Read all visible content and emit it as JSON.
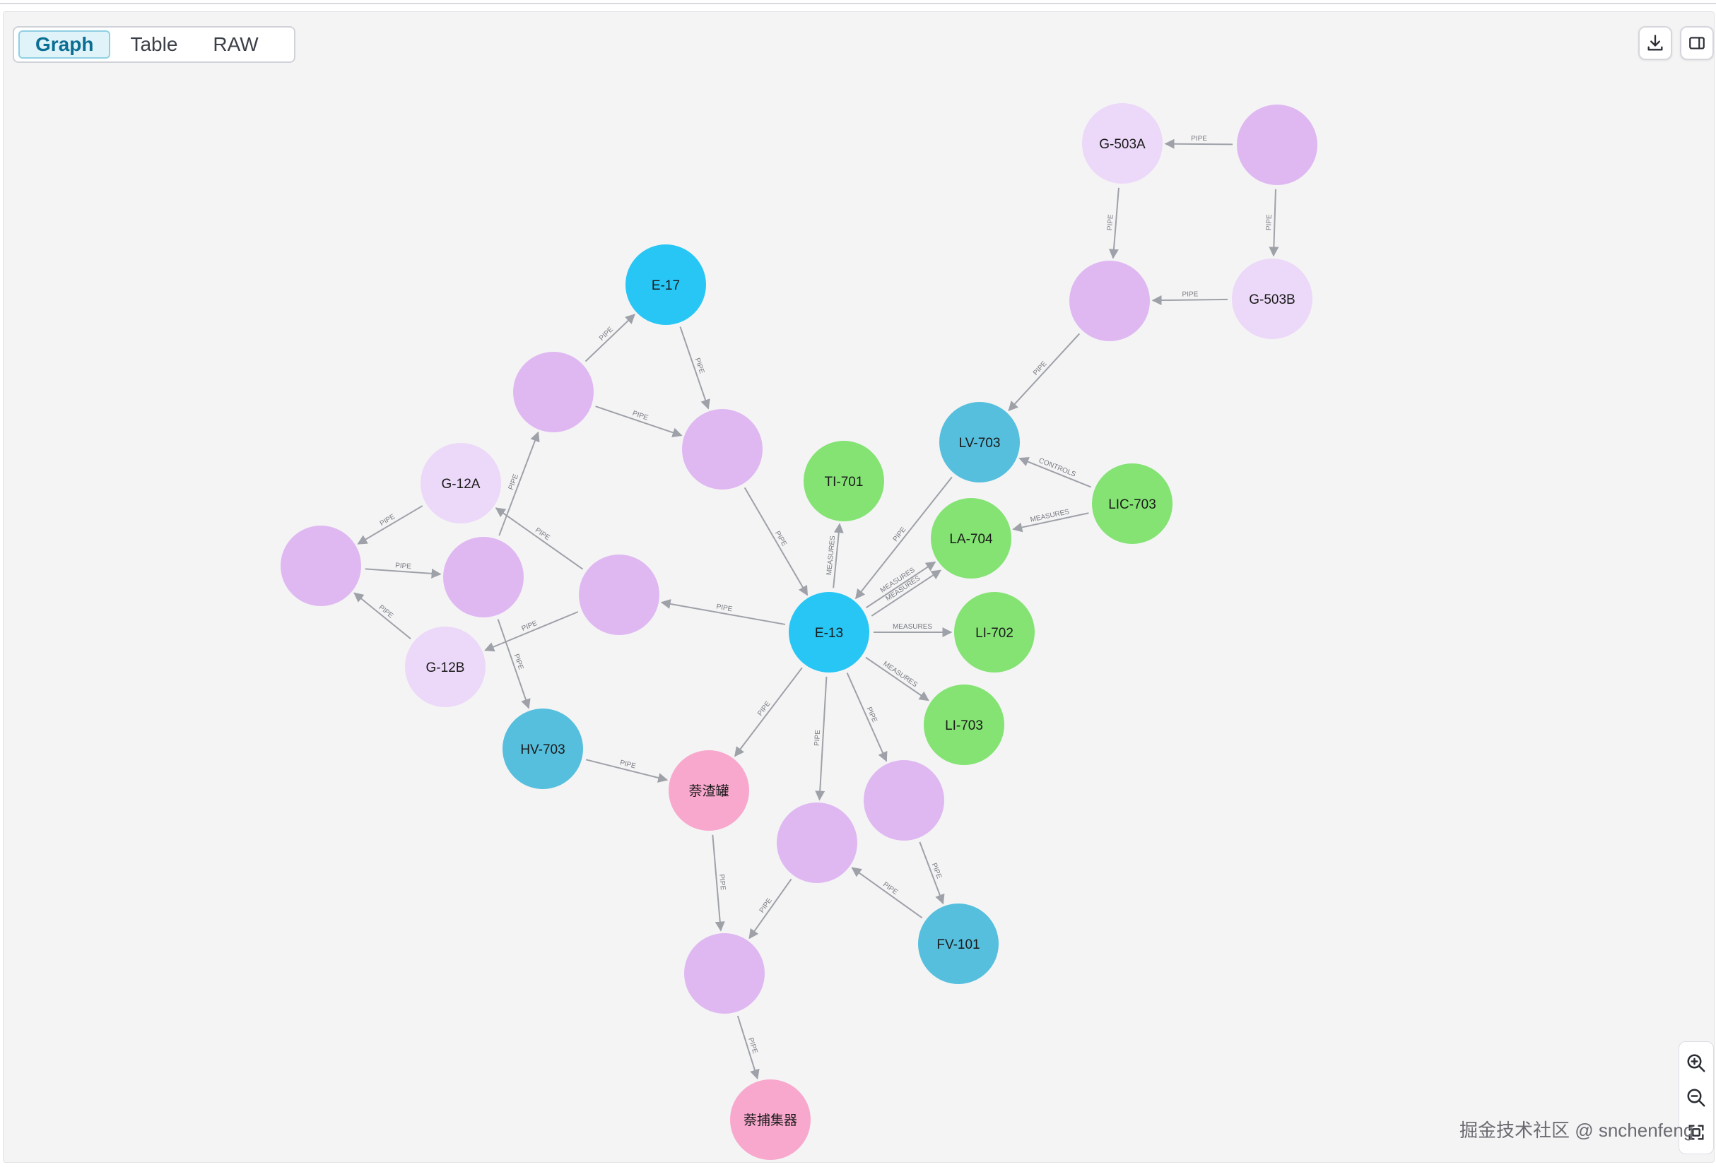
{
  "tabs": [
    {
      "label": "Graph",
      "active": true
    },
    {
      "label": "Table",
      "active": false
    },
    {
      "label": "RAW",
      "active": false
    }
  ],
  "toolbar": {
    "download_icon": "download-icon",
    "panel_icon": "side-panel-icon"
  },
  "zoom": {
    "in_icon": "zoom-in-icon",
    "out_icon": "zoom-out-icon",
    "fit_icon": "fit-screen-icon"
  },
  "watermark": "掘金技术社区 @ snchenfeng",
  "colors": {
    "canvas_bg": "#f4f4f5",
    "pipe_node": "#dfb8f2",
    "pump_node": "#ecd8f8",
    "exchanger_node": "#27c6f5",
    "valve_node": "#55bfdd",
    "instrument_node": "#84e373",
    "vessel_node": "#f8a8cd",
    "edge": "#9ea1a8",
    "active_tab": "#0b6e93"
  },
  "graph": {
    "nodes": [
      {
        "id": "E-17",
        "label": "E-17",
        "type": "exchanger"
      },
      {
        "id": "E-13",
        "label": "E-13",
        "type": "exchanger"
      },
      {
        "id": "TI-701",
        "label": "TI-701",
        "type": "instrument"
      },
      {
        "id": "LA-704",
        "label": "LA-704",
        "type": "instrument"
      },
      {
        "id": "LI-702",
        "label": "LI-702",
        "type": "instrument"
      },
      {
        "id": "LI-703",
        "label": "LI-703",
        "type": "instrument"
      },
      {
        "id": "LIC-703",
        "label": "LIC-703",
        "type": "instrument"
      },
      {
        "id": "LV-703",
        "label": "LV-703",
        "type": "valve"
      },
      {
        "id": "HV-703",
        "label": "HV-703",
        "type": "valve"
      },
      {
        "id": "FV-101",
        "label": "FV-101",
        "type": "valve"
      },
      {
        "id": "G-503A",
        "label": "G-503A",
        "type": "pump"
      },
      {
        "id": "G-503B",
        "label": "G-503B",
        "type": "pump"
      },
      {
        "id": "G-12A",
        "label": "G-12A",
        "type": "pump"
      },
      {
        "id": "G-12B",
        "label": "G-12B",
        "type": "pump"
      },
      {
        "id": "vessel1",
        "label": "萘渣罐",
        "type": "vessel"
      },
      {
        "id": "vessel2",
        "label": "萘捕集器",
        "type": "vessel"
      },
      {
        "id": "p1",
        "label": "",
        "type": "pipe"
      },
      {
        "id": "p2",
        "label": "",
        "type": "pipe"
      },
      {
        "id": "p3",
        "label": "",
        "type": "pipe"
      },
      {
        "id": "p4",
        "label": "",
        "type": "pipe"
      },
      {
        "id": "p5",
        "label": "",
        "type": "pipe"
      },
      {
        "id": "p6",
        "label": "",
        "type": "pipe"
      },
      {
        "id": "p7",
        "label": "",
        "type": "pipe"
      },
      {
        "id": "p8",
        "label": "",
        "type": "pipe"
      },
      {
        "id": "p9",
        "label": "",
        "type": "pipe"
      },
      {
        "id": "p10",
        "label": "",
        "type": "pipe"
      },
      {
        "id": "p11",
        "label": "",
        "type": "pipe"
      }
    ],
    "edges": [
      {
        "from": "p10",
        "to": "G-503A",
        "label": "PIPE"
      },
      {
        "from": "p10",
        "to": "G-503B",
        "label": "PIPE"
      },
      {
        "from": "G-503A",
        "to": "p11",
        "label": "PIPE"
      },
      {
        "from": "G-503B",
        "to": "p11",
        "label": "PIPE"
      },
      {
        "from": "p11",
        "to": "LV-703",
        "label": "PIPE"
      },
      {
        "from": "LIC-703",
        "to": "LV-703",
        "label": "CONTROLS"
      },
      {
        "from": "LIC-703",
        "to": "LA-704",
        "label": "MEASURES"
      },
      {
        "from": "LV-703",
        "to": "E-13",
        "label": "PIPE"
      },
      {
        "from": "E-13",
        "to": "LA-704",
        "label": "MEASURES"
      },
      {
        "from": "E-13",
        "to": "LA-704",
        "label": "MEASURES"
      },
      {
        "from": "E-13",
        "to": "TI-701",
        "label": "MEASURES"
      },
      {
        "from": "E-13",
        "to": "LI-702",
        "label": "MEASURES"
      },
      {
        "from": "E-13",
        "to": "LI-703",
        "label": "MEASURES"
      },
      {
        "from": "p1",
        "to": "E-17",
        "label": "PIPE"
      },
      {
        "from": "E-17",
        "to": "p2",
        "label": "PIPE"
      },
      {
        "from": "p1",
        "to": "p2",
        "label": "PIPE"
      },
      {
        "from": "p2",
        "to": "E-13",
        "label": "PIPE"
      },
      {
        "from": "E-13",
        "to": "p5",
        "label": "PIPE"
      },
      {
        "from": "p5",
        "to": "G-12A",
        "label": "PIPE"
      },
      {
        "from": "p5",
        "to": "G-12B",
        "label": "PIPE"
      },
      {
        "from": "G-12A",
        "to": "p3",
        "label": "PIPE"
      },
      {
        "from": "G-12B",
        "to": "p3",
        "label": "PIPE"
      },
      {
        "from": "p3",
        "to": "p4",
        "label": "PIPE"
      },
      {
        "from": "p4",
        "to": "p1",
        "label": "PIPE"
      },
      {
        "from": "p4",
        "to": "HV-703",
        "label": "PIPE"
      },
      {
        "from": "HV-703",
        "to": "vessel1",
        "label": "PIPE"
      },
      {
        "from": "E-13",
        "to": "vessel1",
        "label": "PIPE"
      },
      {
        "from": "E-13",
        "to": "p7",
        "label": "PIPE"
      },
      {
        "from": "E-13",
        "to": "p6",
        "label": "PIPE"
      },
      {
        "from": "p6",
        "to": "FV-101",
        "label": "PIPE"
      },
      {
        "from": "FV-101",
        "to": "p7",
        "label": "PIPE"
      },
      {
        "from": "vessel1",
        "to": "p8",
        "label": "PIPE"
      },
      {
        "from": "p7",
        "to": "p8",
        "label": "PIPE"
      },
      {
        "from": "p8",
        "to": "vessel2",
        "label": "PIPE"
      }
    ]
  }
}
